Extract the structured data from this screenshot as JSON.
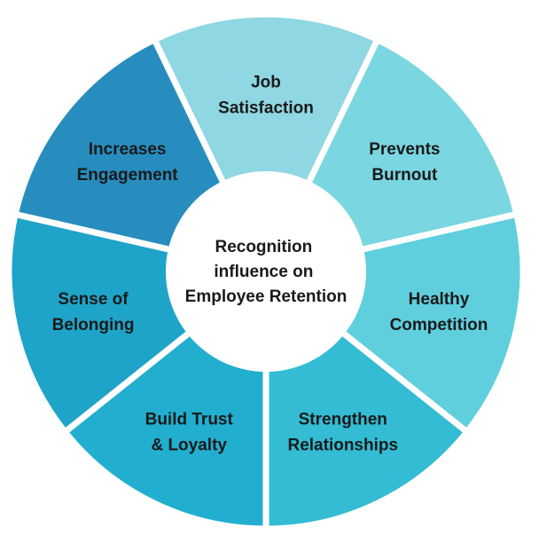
{
  "center": {
    "lines": [
      "Recognition",
      "influence on",
      "Employee Retention"
    ]
  },
  "segments": [
    {
      "id": "job-satisfaction",
      "lines": [
        "Job",
        "Satisfaction"
      ],
      "color": "#8FD7E2"
    },
    {
      "id": "prevents-burnout",
      "lines": [
        "Prevents",
        "Burnout"
      ],
      "color": "#7AD6E1"
    },
    {
      "id": "healthy-competition",
      "lines": [
        "Healthy",
        "Competition"
      ],
      "color": "#5FCFDD"
    },
    {
      "id": "strengthen-relationships",
      "lines": [
        "Strengthen",
        "Relationships"
      ],
      "color": "#33BCD4"
    },
    {
      "id": "build-trust-loyalty",
      "lines": [
        "Build Trust",
        "& Loyalty"
      ],
      "color": "#22AFCF"
    },
    {
      "id": "sense-of-belonging",
      "lines": [
        "Sense of",
        "Belonging"
      ],
      "color": "#1FA4C9"
    },
    {
      "id": "increases-engagement",
      "lines": [
        "Increases",
        "Engagement"
      ],
      "color": "#278DBF"
    }
  ]
}
